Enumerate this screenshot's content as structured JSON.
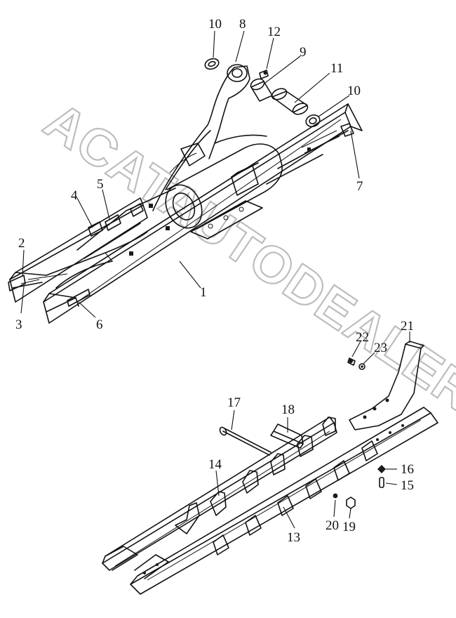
{
  "watermark": "ACATAUTODEALER.RU",
  "callouts": {
    "n1": "1",
    "n2": "2",
    "n3": "3",
    "n4": "4",
    "n5": "5",
    "n6": "6",
    "n7": "7",
    "n8": "8",
    "n9": "9",
    "n10a": "10",
    "n10b": "10",
    "n11": "11",
    "n12": "12",
    "n13": "13",
    "n14": "14",
    "n15": "15",
    "n16": "16",
    "n17": "17",
    "n18": "18",
    "n19": "19",
    "n20": "20",
    "n21": "21",
    "n22": "22",
    "n23": "23"
  }
}
